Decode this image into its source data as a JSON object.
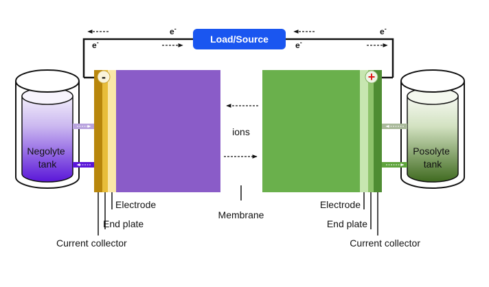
{
  "load_source": {
    "label": "Load/Source"
  },
  "electron": {
    "symbol": "e",
    "charge": "-"
  },
  "ions": {
    "label": "ions"
  },
  "membrane": {
    "label": "Membrane"
  },
  "negolyte_tank": {
    "line1": "Negolyte",
    "line2": "tank"
  },
  "posolyte_tank": {
    "line1": "Posolyte",
    "line2": "tank"
  },
  "left_labels": {
    "electrode": "Electrode",
    "end_plate": "End plate",
    "current_collector": "Current collector"
  },
  "right_labels": {
    "electrode": "Electrode",
    "end_plate": "End plate",
    "current_collector": "Current collector"
  },
  "negative_terminal": {
    "sign": "-"
  },
  "positive_terminal": {
    "sign": "+"
  },
  "colors": {
    "negolyte": "#6a2ad9",
    "negative_electrode": "#8a5cc8",
    "posolyte": "#4f7a2c",
    "positive_electrode": "#6ab04c",
    "load_box": "#1a56f0",
    "positive_sign": "#e01818",
    "collector_gold": "#b8860b"
  }
}
